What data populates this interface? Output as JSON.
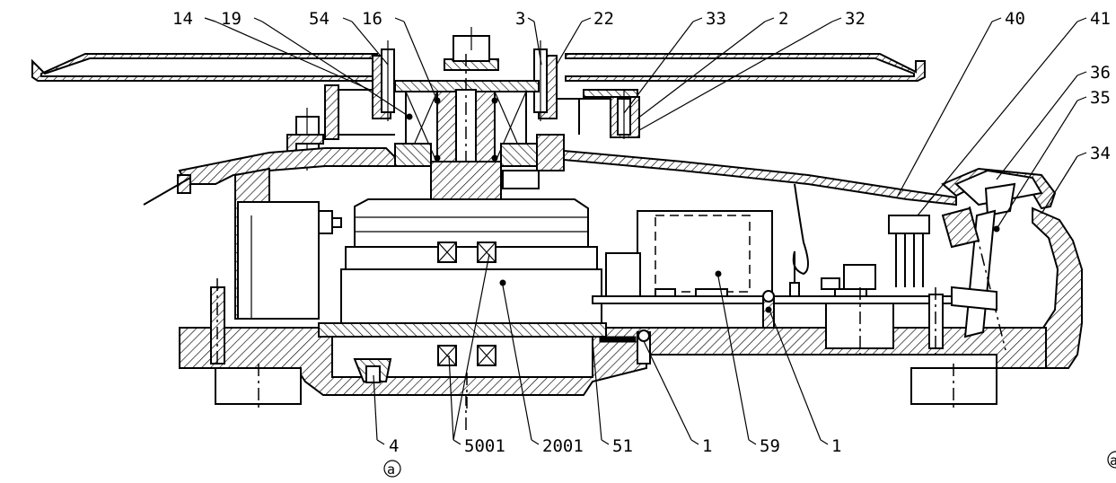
{
  "drawing": {
    "callouts_top": [
      "14",
      "19",
      "54",
      "16",
      "3",
      "22",
      "33",
      "2",
      "32",
      "40",
      "41"
    ],
    "callouts_right": [
      "36",
      "35",
      "34"
    ],
    "callouts_bottom": [
      "4",
      "5001",
      "2001",
      "51",
      "1",
      "59",
      "1"
    ],
    "view_marker": "a",
    "view_marker_right": "a"
  }
}
